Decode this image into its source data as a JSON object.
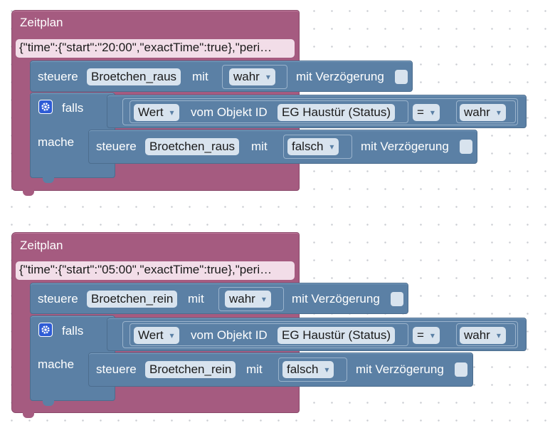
{
  "schedules": [
    {
      "title": "Zeitplan",
      "time_value": "{\"time\":{\"start\":\"20:00\",\"exactTime\":true},\"peri…",
      "set_block": {
        "label": "steuere",
        "object": "Broetchen_raus",
        "with_label": "mit",
        "value": "wahr",
        "delay_label": "mit Verzögerung"
      },
      "if_block": {
        "if_label": "falls",
        "attribute": "Wert",
        "from_label": "vom Objekt ID",
        "object_id": "EG Haustür (Status)",
        "operator": "=",
        "compare_value": "wahr",
        "do_label": "mache"
      },
      "inner_set_block": {
        "label": "steuere",
        "object": "Broetchen_raus",
        "with_label": "mit",
        "value": "falsch",
        "delay_label": "mit Verzögerung"
      }
    },
    {
      "title": "Zeitplan",
      "time_value": "{\"time\":{\"start\":\"05:00\",\"exactTime\":true},\"peri…",
      "set_block": {
        "label": "steuere",
        "object": "Broetchen_rein",
        "with_label": "mit",
        "value": "wahr",
        "delay_label": "mit Verzögerung"
      },
      "if_block": {
        "if_label": "falls",
        "attribute": "Wert",
        "from_label": "vom Objekt ID",
        "object_id": "EG Haustür (Status)",
        "operator": "=",
        "compare_value": "wahr",
        "do_label": "mache"
      },
      "inner_set_block": {
        "label": "steuere",
        "object": "Broetchen_rein",
        "with_label": "mit",
        "value": "falsch",
        "delay_label": "mit Verzögerung"
      }
    }
  ],
  "colors": {
    "schedule_block": "#a55b80",
    "logic_block": "#5b80a5",
    "field_background": "#d8e3ee",
    "workspace_dots": "#c9ccd1"
  }
}
